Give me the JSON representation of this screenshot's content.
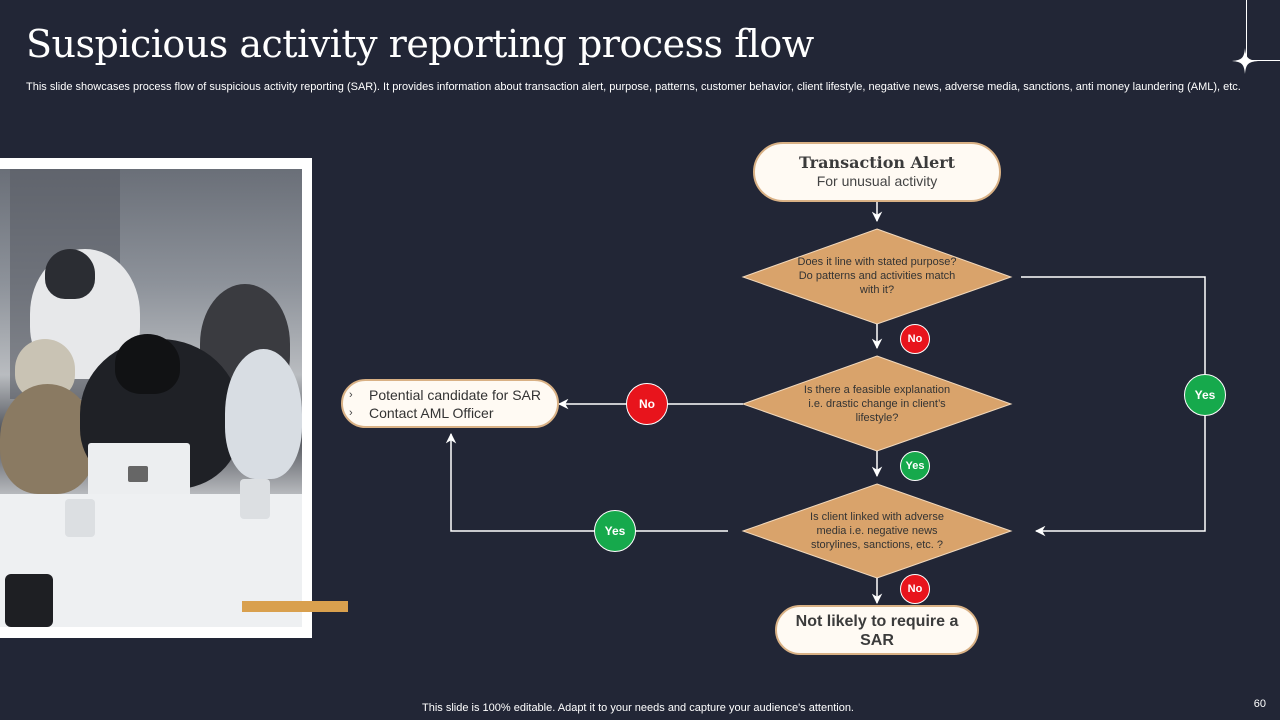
{
  "slide": {
    "title": "Suspicious activity reporting process flow",
    "subtitle": "This slide showcases process flow of suspicious activity reporting (SAR). It provides information about transaction alert, purpose, patterns, customer behavior, client lifestyle, negative news, adverse media, sanctions, anti money laundering (AML), etc.",
    "footer": "This slide is 100% editable. Adapt it to your needs and capture your audience's attention.",
    "page_number": "60"
  },
  "image": {
    "description": "Group of people looking at a laptop around a table (grayscale photo)"
  },
  "flow": {
    "start": {
      "title": "Transaction Alert",
      "subtitle": "For unusual activity"
    },
    "decisions": [
      {
        "text": "Does it line with stated purpose? Do patterns and activities match with it?"
      },
      {
        "text": "Is there a feasible explanation i.e. drastic change in client’s lifestyle?"
      },
      {
        "text": "Is client linked with adverse media i.e. negative news storylines, sanctions, etc. ?"
      }
    ],
    "sar_outcome": {
      "bullets": [
        "Potential candidate for SAR",
        "Contact AML  Officer"
      ],
      "bullet_icon": "chevron-right-icon"
    },
    "end": {
      "text": "Not likely to require a SAR"
    },
    "labels": {
      "d1_to_d2": "No",
      "d1_to_d3": "Yes",
      "d2_to_sar": "No",
      "d2_to_d3": "Yes",
      "d3_to_sar": "Yes",
      "d3_to_end": "No"
    }
  },
  "colors": {
    "background": "#222636",
    "diamond": "#d9a36b",
    "accent_bar": "#d9a04e",
    "yes": "#16a94c",
    "no": "#e8141c",
    "pill_fill": "#fffaf3",
    "pill_border": "#d9b185"
  }
}
